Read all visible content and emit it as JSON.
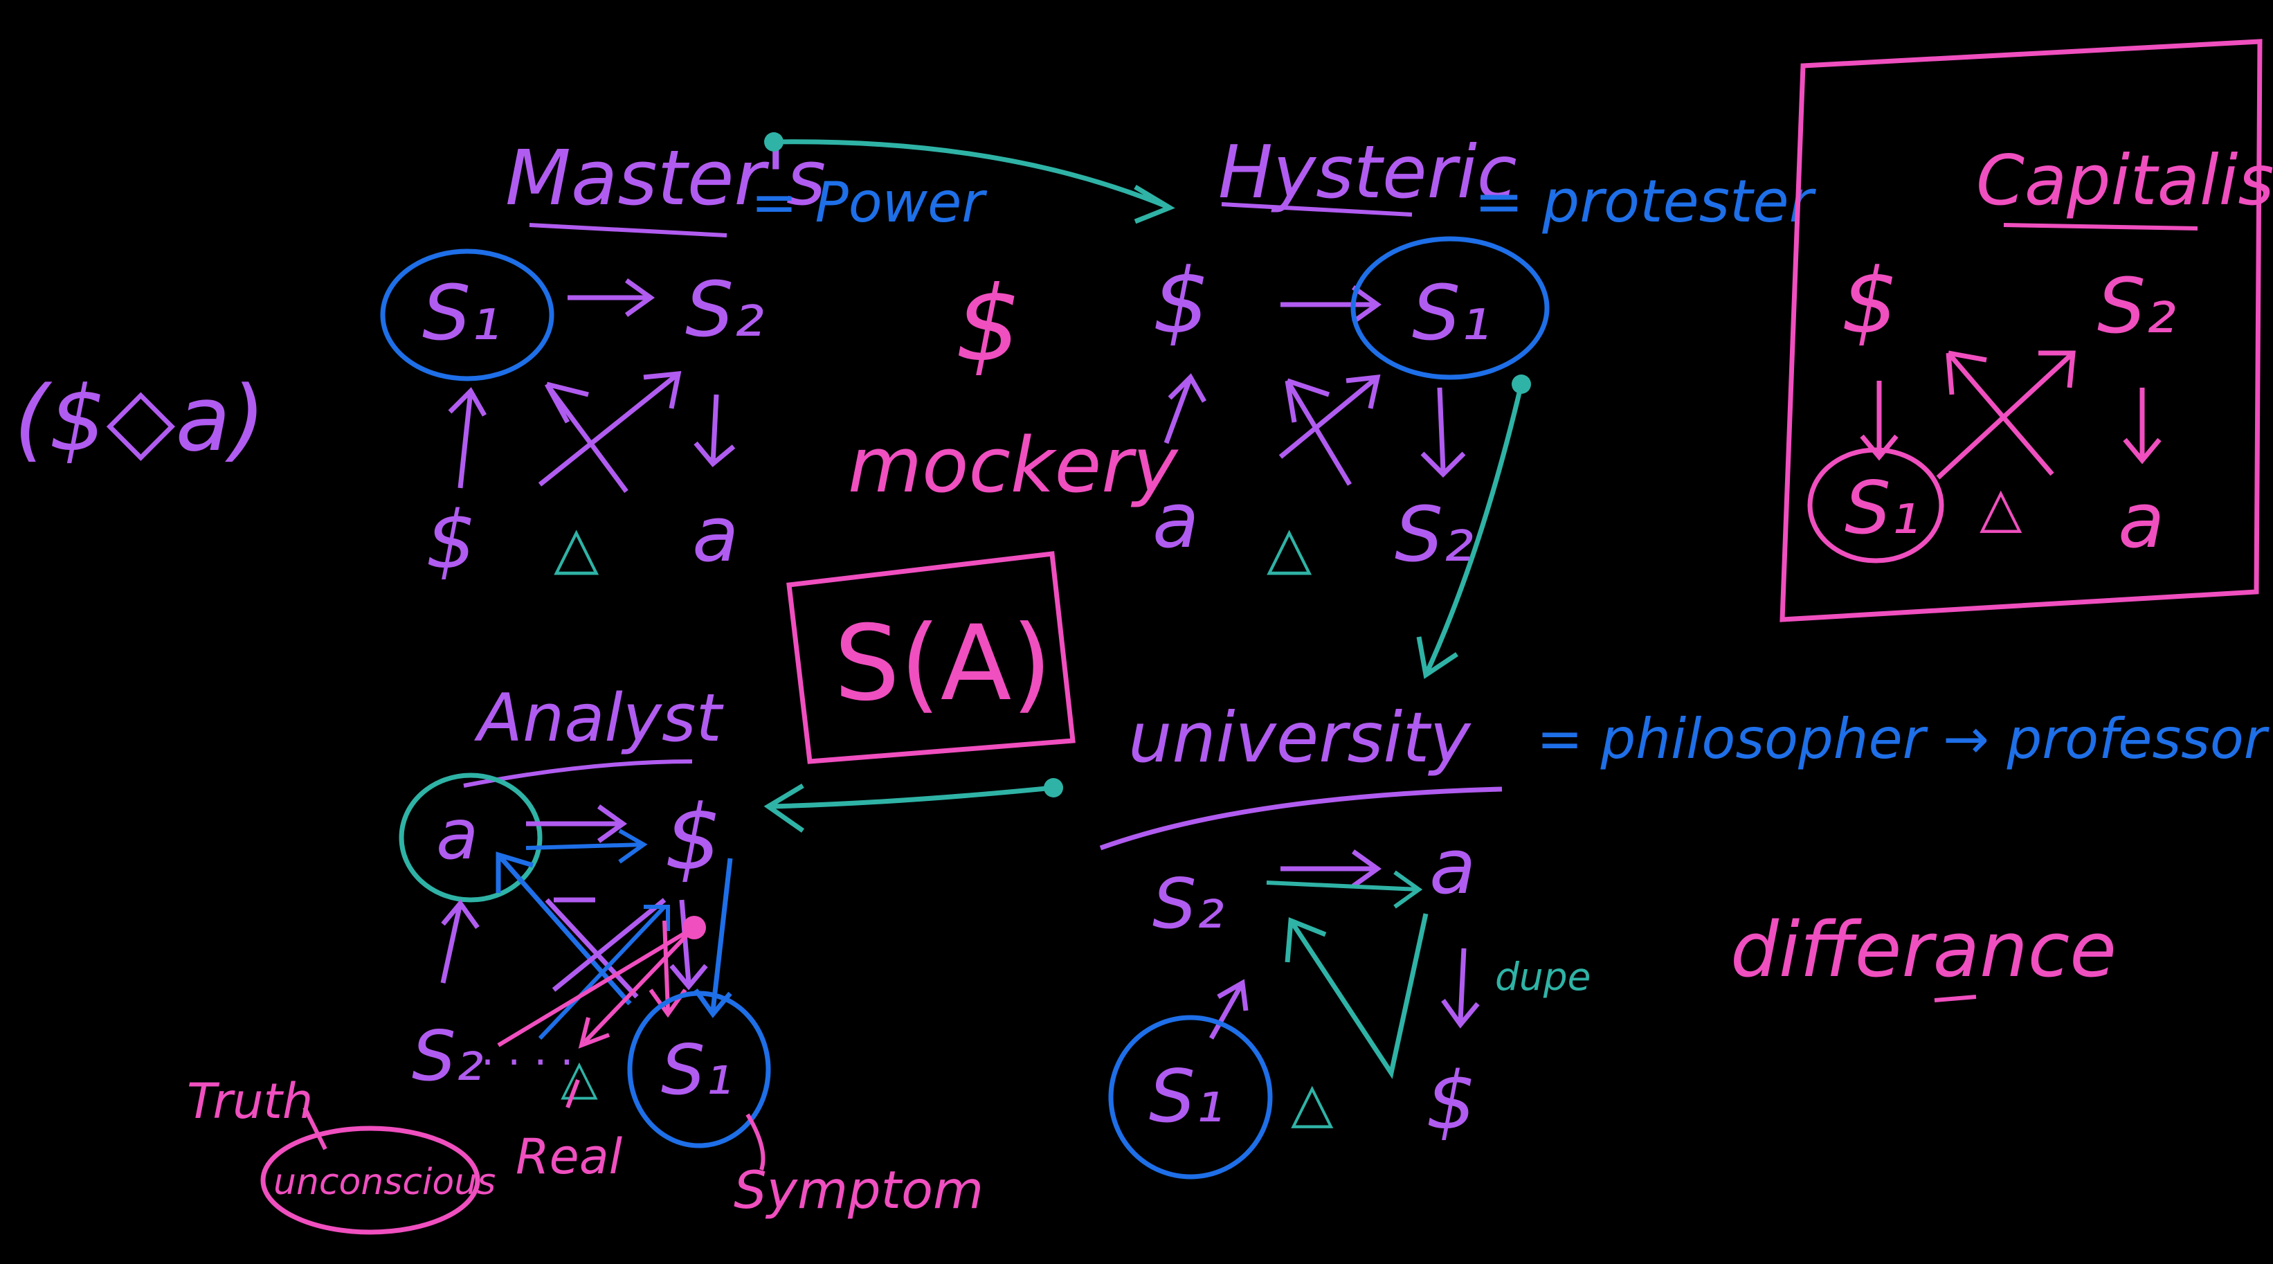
{
  "colors": {
    "background": "#000000",
    "purple": "#b15cf0",
    "blue": "#1e6fe8",
    "teal": "#2fb3a6",
    "pink": "#f04fbf"
  },
  "left_formula": "($◇a)",
  "masters": {
    "title": "Master's",
    "equals": "= Power",
    "top_left": "S₁",
    "top_right": "S₂",
    "bottom_left": "$",
    "bottom_mid": "△",
    "bottom_right": "a"
  },
  "hysteric": {
    "title": "Hysteric",
    "equals": "= protester",
    "top_left": "$",
    "top_right": "S₁",
    "bottom_left": "a",
    "bottom_mid": "△",
    "bottom_right": "S₂"
  },
  "center": {
    "barred_s": "$",
    "mockery": "mockery",
    "boxed_formula": "S(A)"
  },
  "capitalist": {
    "title": "Capitalist",
    "top_left": "$",
    "top_right": "S₂",
    "bottom_left": "S₁",
    "bottom_mid": "△",
    "bottom_right": "a"
  },
  "analyst": {
    "title": "Analyst",
    "top_left": "a",
    "top_right": "$",
    "bottom_left": "S₂",
    "bottom_mid": "△",
    "bottom_right": "S₁",
    "truth": "Truth",
    "unconscious": "unconscious",
    "real": "Real",
    "symptom": "Symptom"
  },
  "university": {
    "title": "university",
    "equals": "= philosopher → professor",
    "top_left": "S₂",
    "top_right": "a",
    "bottom_left": "S₁",
    "bottom_mid": "△",
    "bottom_right": "$",
    "dupe": "dupe"
  },
  "differance": "differance"
}
